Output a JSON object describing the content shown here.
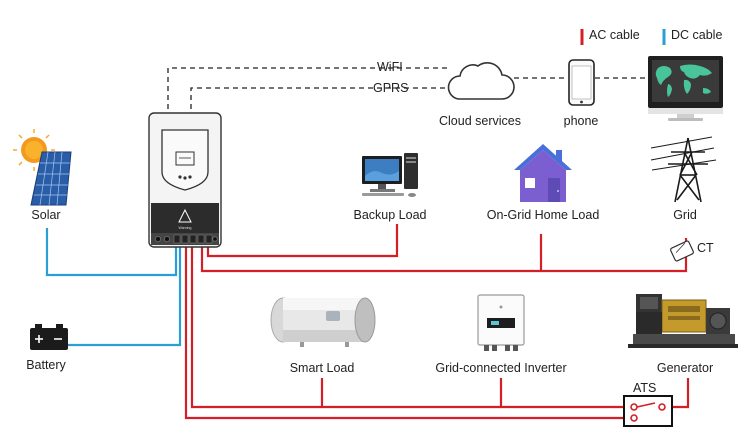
{
  "legend": {
    "ac_cable": "AC cable",
    "dc_cable": "DC cable",
    "ac_color": "#d41f26",
    "dc_color": "#2a9fd6"
  },
  "connections": {
    "wifi": "WiFI",
    "gprs": "GPRS"
  },
  "devices": {
    "cloud": "Cloud services",
    "phone": "phone",
    "solar": "Solar",
    "battery": "Battery",
    "backup_load": "Backup Load",
    "home_load": "On-Grid Home Load",
    "grid": "Grid",
    "ct": "CT",
    "smart_load": "Smart Load",
    "grid_inverter": "Grid-connected Inverter",
    "generator": "Generator",
    "ats": "ATS"
  },
  "icons": {
    "cloud": "cloud-icon",
    "phone": "smartphone-icon",
    "monitor": "world-map-monitor-icon",
    "inverter": "hybrid-inverter-icon",
    "sun": "sun-icon",
    "solar_panel": "solar-panel-icon",
    "battery": "battery-icon",
    "desktop": "desktop-computer-icon",
    "house": "house-icon",
    "tower": "transmission-tower-icon",
    "water_heater": "water-heater-icon",
    "grid_inverter": "string-inverter-icon",
    "generator": "diesel-generator-icon"
  }
}
